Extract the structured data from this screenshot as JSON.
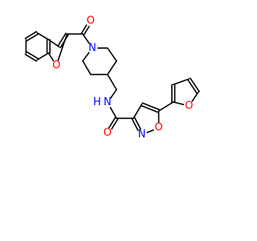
{
  "colors": {
    "background": "#ffffff",
    "bond": "#000000",
    "oxygen": "#ff0000",
    "nitrogen": "#0000ff"
  },
  "atoms": {
    "carbonyl_o1": "O",
    "benzofuran_o": "O",
    "piperidine_n": "N",
    "amide_nh": "H",
    "amide_n": "N",
    "furan_o": "O",
    "carbonyl_o2": "O",
    "isoxazole_n": "N",
    "isoxazole_o": "O"
  }
}
